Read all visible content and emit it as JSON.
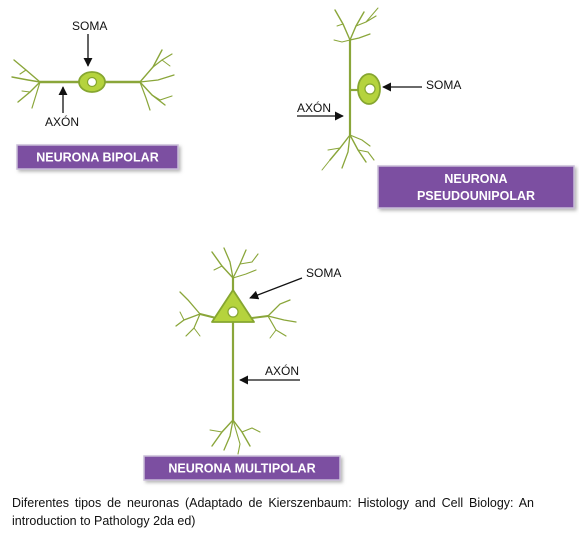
{
  "colors": {
    "dendrite": "#8aa63a",
    "soma_fill": "#b5d33d",
    "soma_stroke": "#86a630",
    "nucleus": "#ffffff",
    "label_box": "#7b4fa1",
    "label_box_border": "#c9bdd8",
    "arrow": "#111111"
  },
  "bipolar": {
    "soma_label": "SOMA",
    "axon_label": "AXÓN",
    "box_label": "NEURONA BIPOLAR"
  },
  "pseudounipolar": {
    "soma_label": "SOMA",
    "axon_label": "AXÓN",
    "box_line1": "NEURONA",
    "box_line2": "PSEUDOUNIPOLAR"
  },
  "multipolar": {
    "soma_label": "SOMA",
    "axon_label": "AXÓN",
    "box_label": "NEURONA MULTIPOLAR"
  },
  "caption": "Diferentes tipos de neuronas (Adaptado de Kierszenbaum: Histology and Cell Biology: An introduction to Pathology 2da ed)"
}
